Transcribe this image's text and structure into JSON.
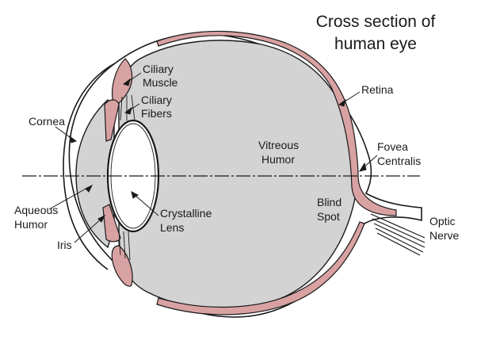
{
  "title_line1": "Cross section of",
  "title_line2": "human eye",
  "labels": {
    "ciliary_muscle_1": "Ciliary",
    "ciliary_muscle_2": "Muscle",
    "ciliary_fibers_1": "Ciliary",
    "ciliary_fibers_2": "Fibers",
    "retina": "Retina",
    "cornea": "Cornea",
    "vitreous_1": "Vitreous",
    "vitreous_2": "Humor",
    "fovea_1": "Fovea",
    "fovea_2": "Centralis",
    "aqueous_1": "Aqueous",
    "aqueous_2": "Humor",
    "crystalline_1": "Crystalline",
    "crystalline_2": "Lens",
    "blind_1": "Blind",
    "blind_2": "Spot",
    "optic_1": "Optic",
    "optic_2": "Nerve",
    "iris": "Iris"
  },
  "colors": {
    "vitreous": "#d3d3d3",
    "retina": "#d9a2a2",
    "outline": "#1a1a1a"
  }
}
